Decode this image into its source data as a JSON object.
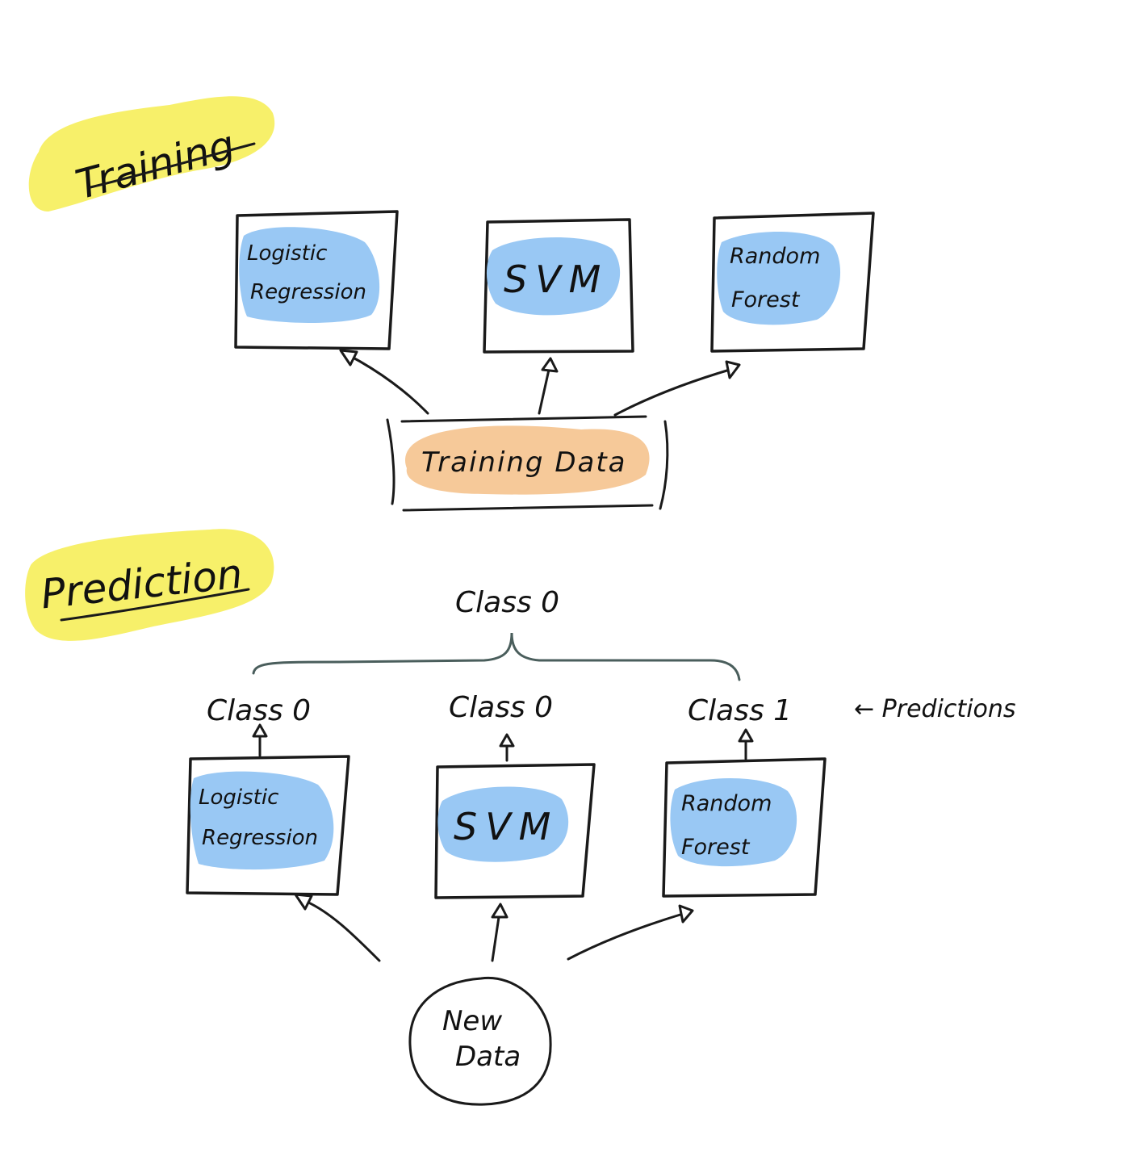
{
  "colors": {
    "highlighter": "#f7f06a",
    "model_blob": "#99c8f4",
    "data_blob": "#f6c999",
    "ink": "#111111",
    "brace_ink": "#4a5e5c",
    "note_ink": "#4a5e5c"
  },
  "training": {
    "heading": "Training",
    "models": [
      {
        "line1": "Logistic",
        "line2": "Regression"
      },
      {
        "line1": "SVM",
        "line2": ""
      },
      {
        "line1": "Random",
        "line2": "Forest"
      }
    ],
    "data_label": "Training Data"
  },
  "prediction": {
    "heading": "Prediction",
    "final_prediction": "Class 0",
    "model_predictions": [
      "Class 0",
      "Class 0",
      "Class 1"
    ],
    "predictions_note": "← Predictions",
    "models": [
      {
        "line1": "Logistic",
        "line2": "Regression"
      },
      {
        "line1": "SVM",
        "line2": ""
      },
      {
        "line1": "Random",
        "line2": "Forest"
      }
    ],
    "new_data": {
      "line1": "New",
      "line2": "Data"
    }
  }
}
